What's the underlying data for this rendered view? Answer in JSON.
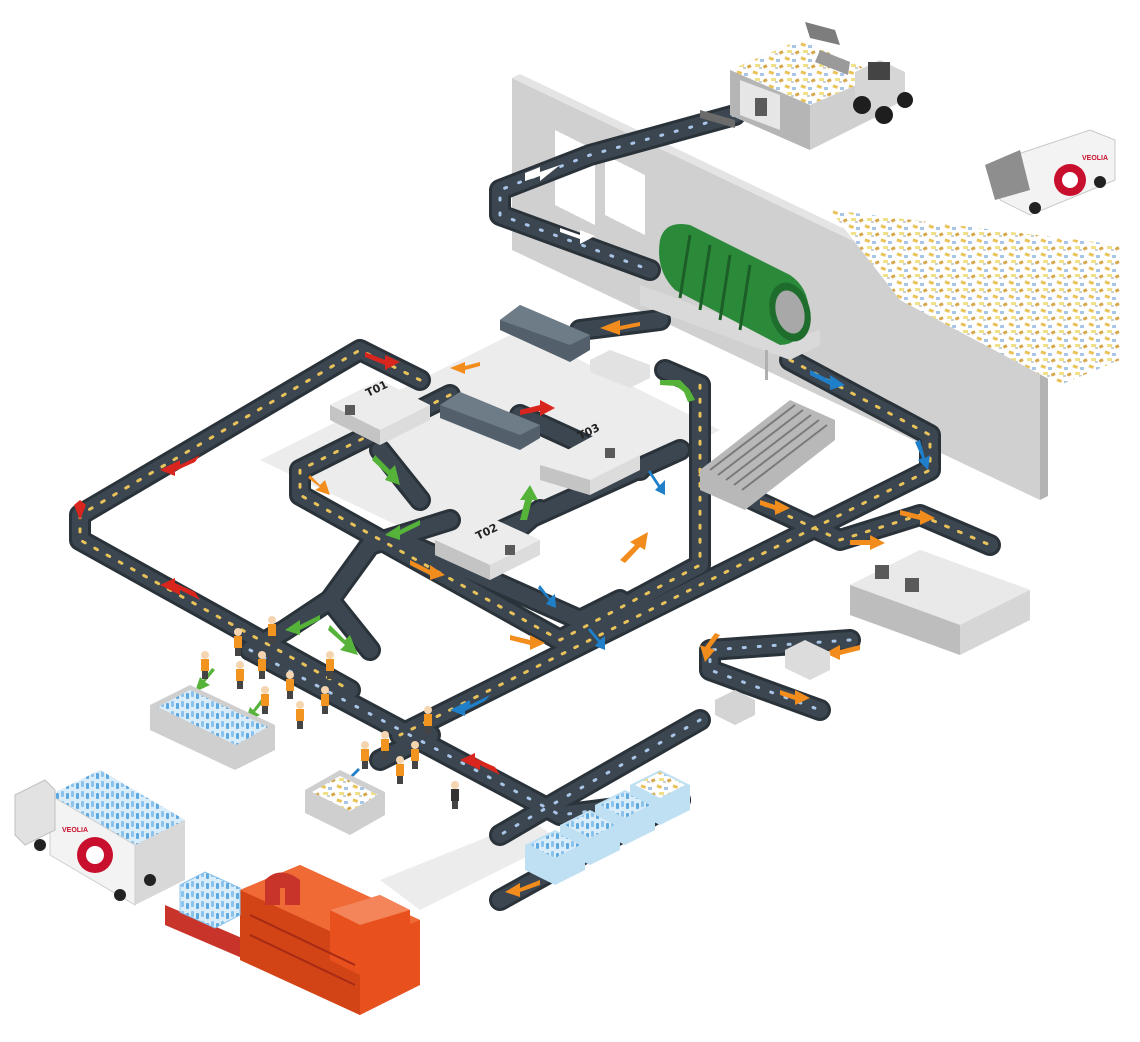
{
  "machine_labels": {
    "t01": "T01",
    "t02": "T02",
    "t03": "T03"
  },
  "brand": {
    "name": "VEOLIA",
    "color": "#c8102e"
  },
  "colors": {
    "belt": "#3b4650",
    "belt_edge": "#2a323a",
    "arrow_red": "#d8261f",
    "arrow_orange": "#f28c1c",
    "arrow_blue": "#1f7fc9",
    "arrow_green": "#55b339",
    "arrow_white": "#ffffff",
    "wall": "#c9c9c9",
    "drum": "#2a8a3a",
    "machine": "#dcdcdc",
    "baler": "#e8501e",
    "worker": "#f29520"
  },
  "icons": [
    "loader-icon",
    "garbage-truck-icon",
    "worker-icon",
    "bale-icon",
    "trailer-truck-icon"
  ]
}
